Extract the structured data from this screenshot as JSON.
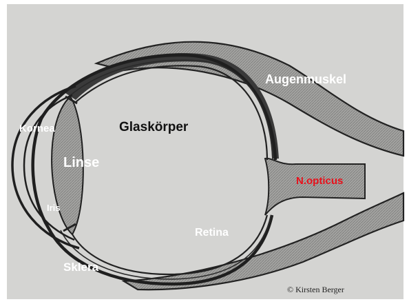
{
  "labels": {
    "kornea": "Kornea",
    "glaskoerper": "Glaskörper",
    "augenmuskel": "Augenmuskel",
    "linse": "Linse",
    "iris": "Iris",
    "n_opticus": "N.opticus",
    "retina": "Retina",
    "sklera": "Sklera"
  },
  "credit": "© Kirsten Berger",
  "colors": {
    "paper": "#d4d4d2",
    "ink": "#222222",
    "shading": "#9a9a98",
    "label_white": "#ffffff",
    "label_black": "#111111",
    "label_red": "#e8111b"
  }
}
